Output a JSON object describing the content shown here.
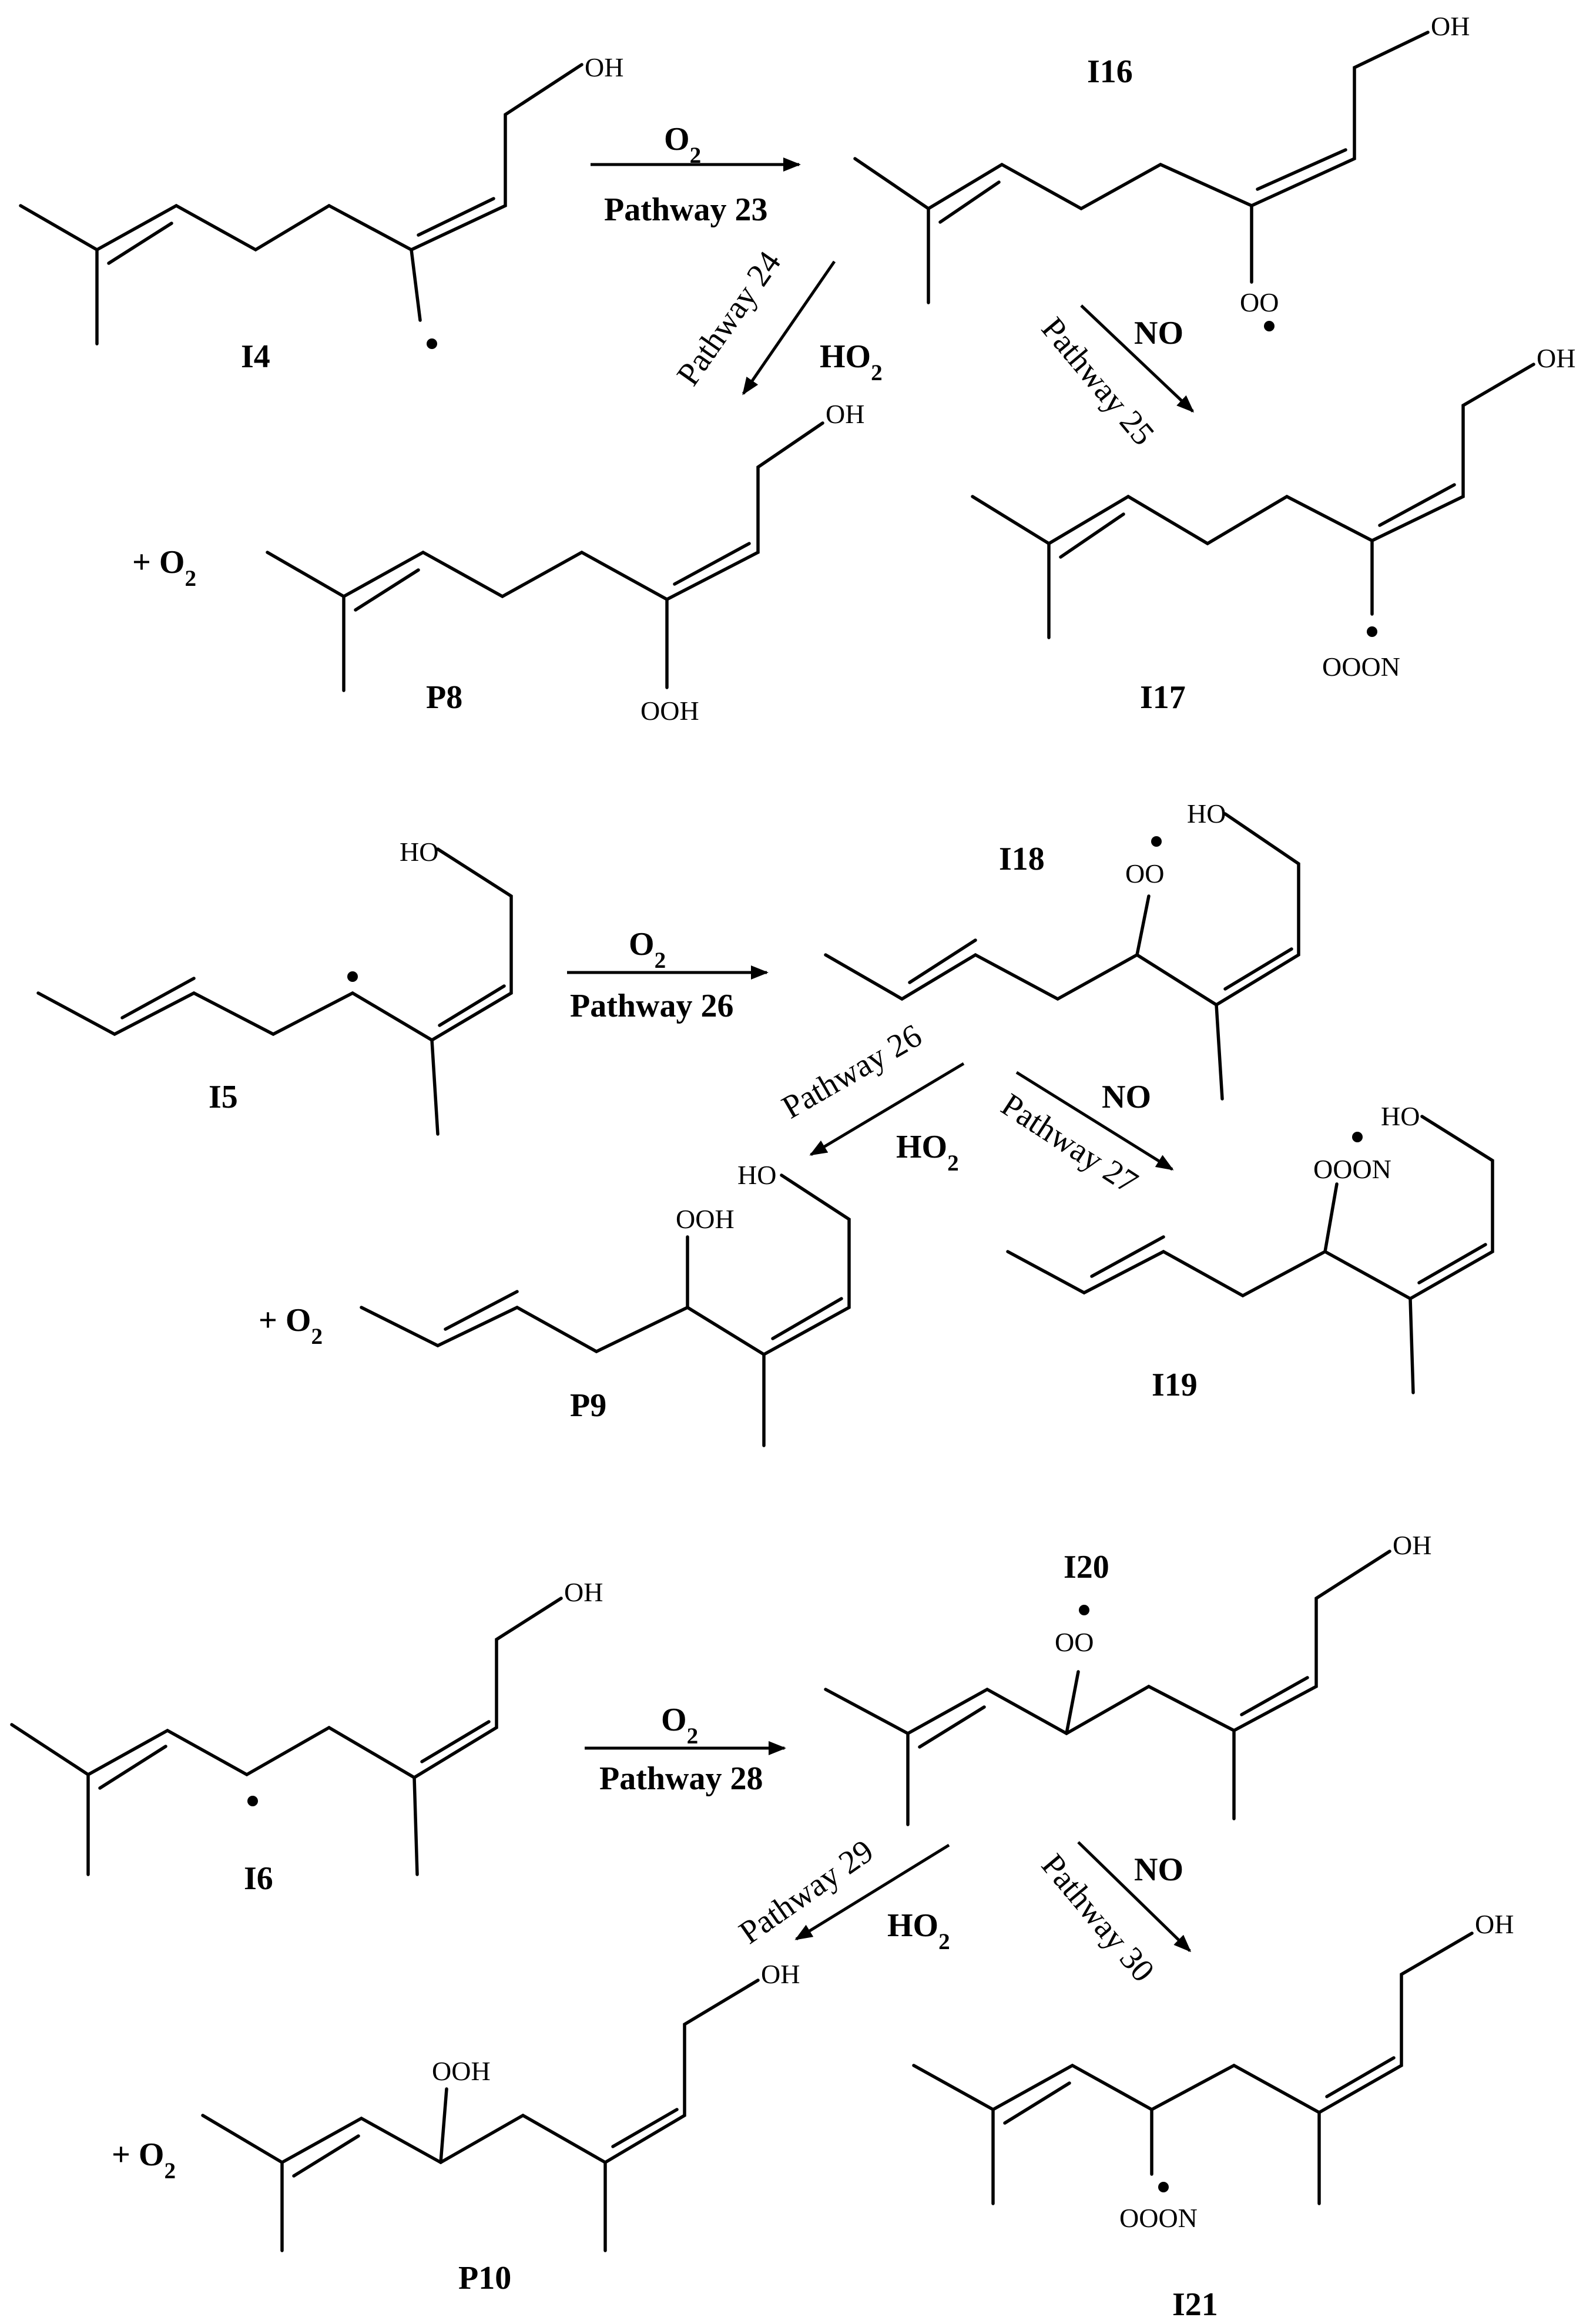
{
  "rows": [
    {
      "reactant": {
        "id": "I4",
        "label": "I4",
        "groups": {
          "oh": "OH"
        }
      },
      "arrow_main": {
        "reagent": "O2",
        "pathway": "Pathway 23"
      },
      "peroxy": {
        "id": "I16",
        "label": "I16",
        "groups": {
          "oh": "OH",
          "oo": "OO"
        }
      },
      "arrow_ho2": {
        "reagent": "HO2",
        "pathway": "Pathway 24"
      },
      "arrow_no": {
        "reagent": "NO",
        "pathway": "Pathway 25"
      },
      "product": {
        "id": "P8",
        "label": "P8",
        "prefix": "+ O2",
        "groups": {
          "oh": "OH",
          "ooh": "OOH"
        }
      },
      "nitro": {
        "id": "I17",
        "label": "I17",
        "groups": {
          "oh": "OH",
          "ooon": "OOON"
        }
      }
    },
    {
      "reactant": {
        "id": "I5",
        "label": "I5",
        "groups": {
          "oh": "HO"
        }
      },
      "arrow_main": {
        "reagent": "O2",
        "pathway": "Pathway 26"
      },
      "peroxy": {
        "id": "I18",
        "label": "I18",
        "groups": {
          "oh": "HO",
          "oo": "OO"
        }
      },
      "arrow_ho2": {
        "reagent": "HO2",
        "pathway": "Pathway 26"
      },
      "arrow_no": {
        "reagent": "NO",
        "pathway": "Pathway 27"
      },
      "product": {
        "id": "P9",
        "label": "P9",
        "prefix": "+ O2",
        "groups": {
          "oh": "HO",
          "ooh": "OOH"
        }
      },
      "nitro": {
        "id": "I19",
        "label": "I19",
        "groups": {
          "oh": "HO",
          "ooon": "OOON"
        }
      }
    },
    {
      "reactant": {
        "id": "I6",
        "label": "I6",
        "groups": {
          "oh": "OH"
        }
      },
      "arrow_main": {
        "reagent": "O2",
        "pathway": "Pathway 28"
      },
      "peroxy": {
        "id": "I20",
        "label": "I20",
        "groups": {
          "oh": "OH",
          "oo": "OO"
        }
      },
      "arrow_ho2": {
        "reagent": "HO2",
        "pathway": "Pathway 29"
      },
      "arrow_no": {
        "reagent": "NO",
        "pathway": "Pathway 30"
      },
      "product": {
        "id": "P10",
        "label": "P10",
        "prefix": "+ O2",
        "groups": {
          "oh": "OH",
          "ooh": "OOH"
        }
      },
      "nitro": {
        "id": "I21",
        "label": "I21",
        "groups": {
          "oh": "OH",
          "ooon": "OOON"
        }
      }
    }
  ],
  "colors": {
    "ink": "#000000",
    "background": "#ffffff"
  }
}
